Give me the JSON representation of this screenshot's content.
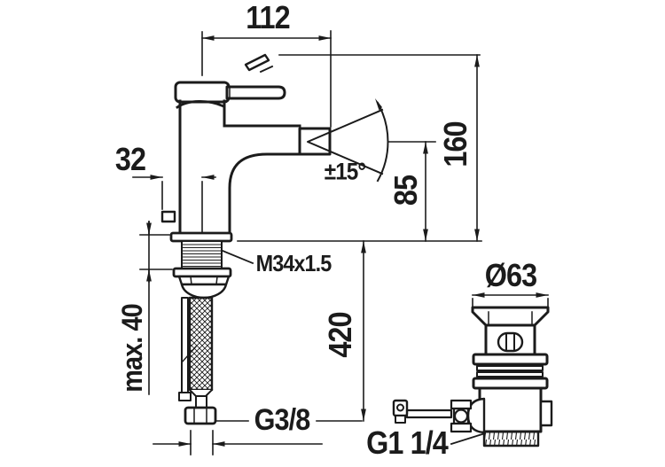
{
  "drawing": {
    "colors": {
      "line": "#1b1b1b",
      "background": "#ffffff"
    },
    "labels": {
      "overall_width": "112",
      "popup_rod_offset": "32",
      "spout_swivel_angle": "±15°",
      "overall_height": "160",
      "spout_height": "85",
      "mounting_thread": "M34x1.5",
      "max_mounting_thickness": "max. 40",
      "hose_length": "420",
      "supply_connection": "G3/8",
      "waste_connection": "G1 1/4",
      "waste_flange_diameter": "Ø63"
    }
  }
}
